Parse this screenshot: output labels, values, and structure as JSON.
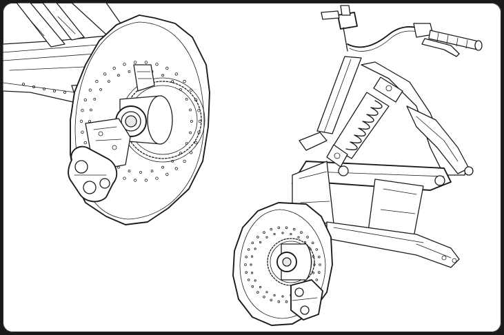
{
  "figure": {
    "kind": "technical line drawing",
    "style": "black linework on white, rounded dark frame",
    "colors": {
      "frame": "#1a1a1a",
      "background": "#ffffff",
      "ink": "#1b1b1b"
    },
    "views": [
      {
        "name": "rear-brake-hub-closeup",
        "parts": [
          "brake-disc",
          "hub",
          "brake-caliper",
          "swingarm",
          "tone-ring"
        ]
      },
      {
        "name": "front-suspension-assembly",
        "parts": [
          "handlebar",
          "grip",
          "brake-lever",
          "shock-absorber",
          "frame",
          "swingarm",
          "brake-disc",
          "hub",
          "brake-caliper"
        ]
      }
    ]
  }
}
